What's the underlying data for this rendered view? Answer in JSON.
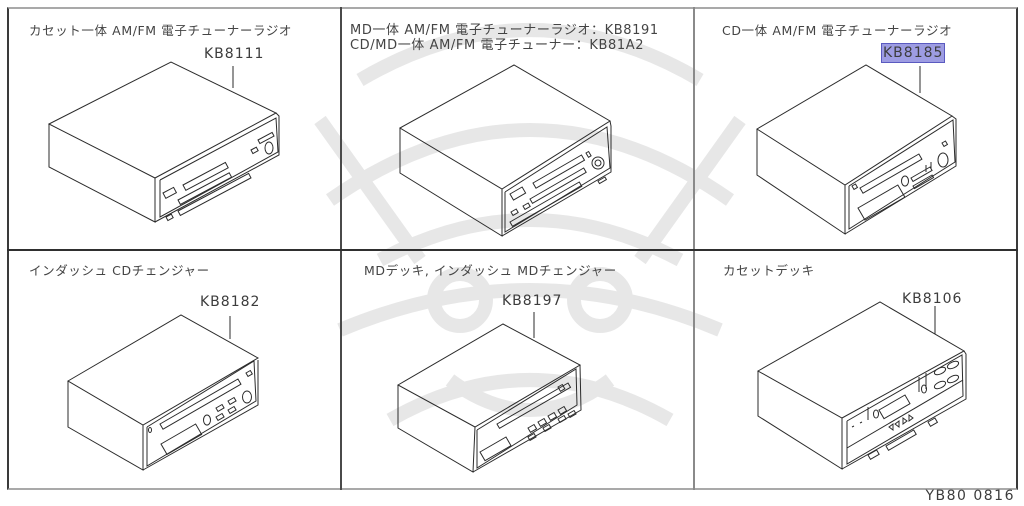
{
  "diagram": {
    "reference_code": "YB80 0816",
    "cells": [
      {
        "title_lines": [
          "カセット一体 AM/FM 電子チューナーラジオ"
        ],
        "part_number": "KB8111",
        "highlighted": false,
        "unit_type": "cassette-radio"
      },
      {
        "title_lines": [
          "MD一体 AM/FM 電子チューナーラジオ：KB8191",
          "CD/MD一体 AM/FM 電子チューナー：KB81A2"
        ],
        "part_number": "",
        "highlighted": false,
        "unit_type": "md-radio"
      },
      {
        "title_lines": [
          "CD一体 AM/FM 電子チューナーラジオ"
        ],
        "part_number": "KB8185",
        "highlighted": true,
        "unit_type": "cd-radio"
      },
      {
        "title_lines": [
          "インダッシュ CDチェンジャー"
        ],
        "part_number": "KB8182",
        "highlighted": false,
        "unit_type": "cd-changer"
      },
      {
        "title_lines": [
          "MDデッキ, インダッシュ MDチェンジャー"
        ],
        "part_number": "KB8197",
        "highlighted": false,
        "unit_type": "md-deck"
      },
      {
        "title_lines": [
          "カセットデッキ"
        ],
        "part_number": "KB8106",
        "highlighted": false,
        "unit_type": "cassette-deck"
      }
    ]
  },
  "colors": {
    "line": "#2b2b2b",
    "highlight_fill": "#9d9ce2",
    "highlight_border": "#5a5ac0"
  }
}
